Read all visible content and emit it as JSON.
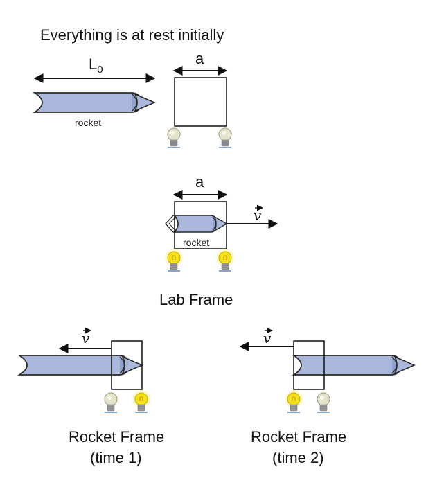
{
  "title": "Everything is at rest initially",
  "labels": {
    "length": "L",
    "length_sub": "0",
    "box_width": "a",
    "rocket": "rocket",
    "velocity": "v"
  },
  "captions": {
    "lab_frame": "Lab Frame",
    "rocket_frame": "Rocket Frame",
    "time1": "(time 1)",
    "time2": "(time 2)"
  },
  "colors": {
    "rocket_body": "#aab8dc",
    "rocket_outline": "#2a2a2a",
    "bulb_on": "#f5e11a",
    "bulb_off": "#e4e4cc",
    "bulb_base": "#9a9a9a",
    "ground": "#3a6ea5"
  }
}
